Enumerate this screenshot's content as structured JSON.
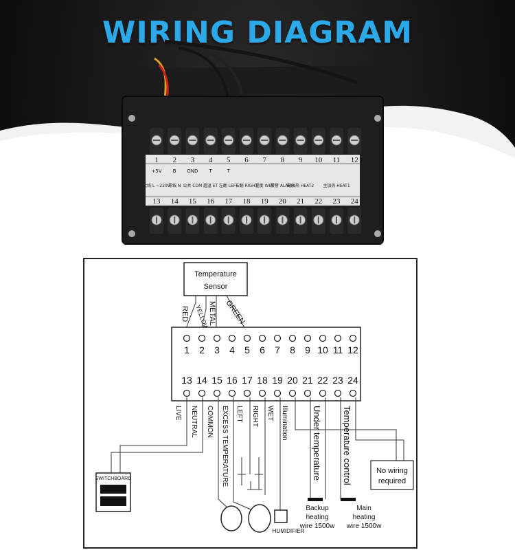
{
  "title": "WIRING DIAGRAM",
  "device": {
    "top_numbers": [
      "1",
      "2",
      "3",
      "4",
      "5",
      "6",
      "7",
      "8",
      "9",
      "10",
      "11",
      "12"
    ],
    "bottom_numbers": [
      "13",
      "14",
      "15",
      "16",
      "17",
      "18",
      "19",
      "20",
      "21",
      "22",
      "23",
      "24"
    ],
    "top_function_labels": [
      "+5V",
      "B",
      "GND",
      "T",
      "T",
      "",
      "",
      "",
      "",
      "",
      "",
      ""
    ],
    "function_labels": [
      "大线 L ~220V",
      "零线 N",
      "公共 COM",
      "超温 ET",
      "左翻 LEFT",
      "右翻 RIGHT",
      "湿度 WET",
      "报警 ALARM",
      "副加热 HEAT2",
      "",
      "主加热 HEAT1",
      ""
    ]
  },
  "diagram": {
    "sensor_label_line1": "Temperature",
    "sensor_label_line2": "Sensor",
    "wire_colors": [
      "RED",
      "YELLOW",
      "METAL",
      "GREEN"
    ],
    "top_terminals": [
      "1",
      "2",
      "3",
      "4",
      "5",
      "6",
      "7",
      "8",
      "9",
      "10",
      "11",
      "12"
    ],
    "bottom_terminals": [
      "13",
      "14",
      "15",
      "16",
      "17",
      "18",
      "19",
      "20",
      "21",
      "22",
      "23",
      "24"
    ],
    "terminal_labels": [
      "LIVE",
      "NEUTRAL",
      "COMMON",
      "EXCESS TEMPERATURE",
      "LEFT",
      "RIGHT",
      "WET",
      "Illumination",
      "Under temperature",
      "Temperature control"
    ],
    "switchboard": "SWITCHBOARD",
    "humidifier": "HUMIDIFIER",
    "no_wiring_line1": "No wiring",
    "no_wiring_line2": "required",
    "backup_line1": "Backup",
    "backup_line2": "heating",
    "backup_line3": "wire 1500w",
    "main_line1": "Main",
    "main_line2": "heating",
    "main_line3": "wire 1500w"
  },
  "colors": {
    "title": "#2ba9e8",
    "panel": "#1a1a1a",
    "label_strip": "#e6e6e6",
    "diagram_bg": "#ffffff"
  }
}
